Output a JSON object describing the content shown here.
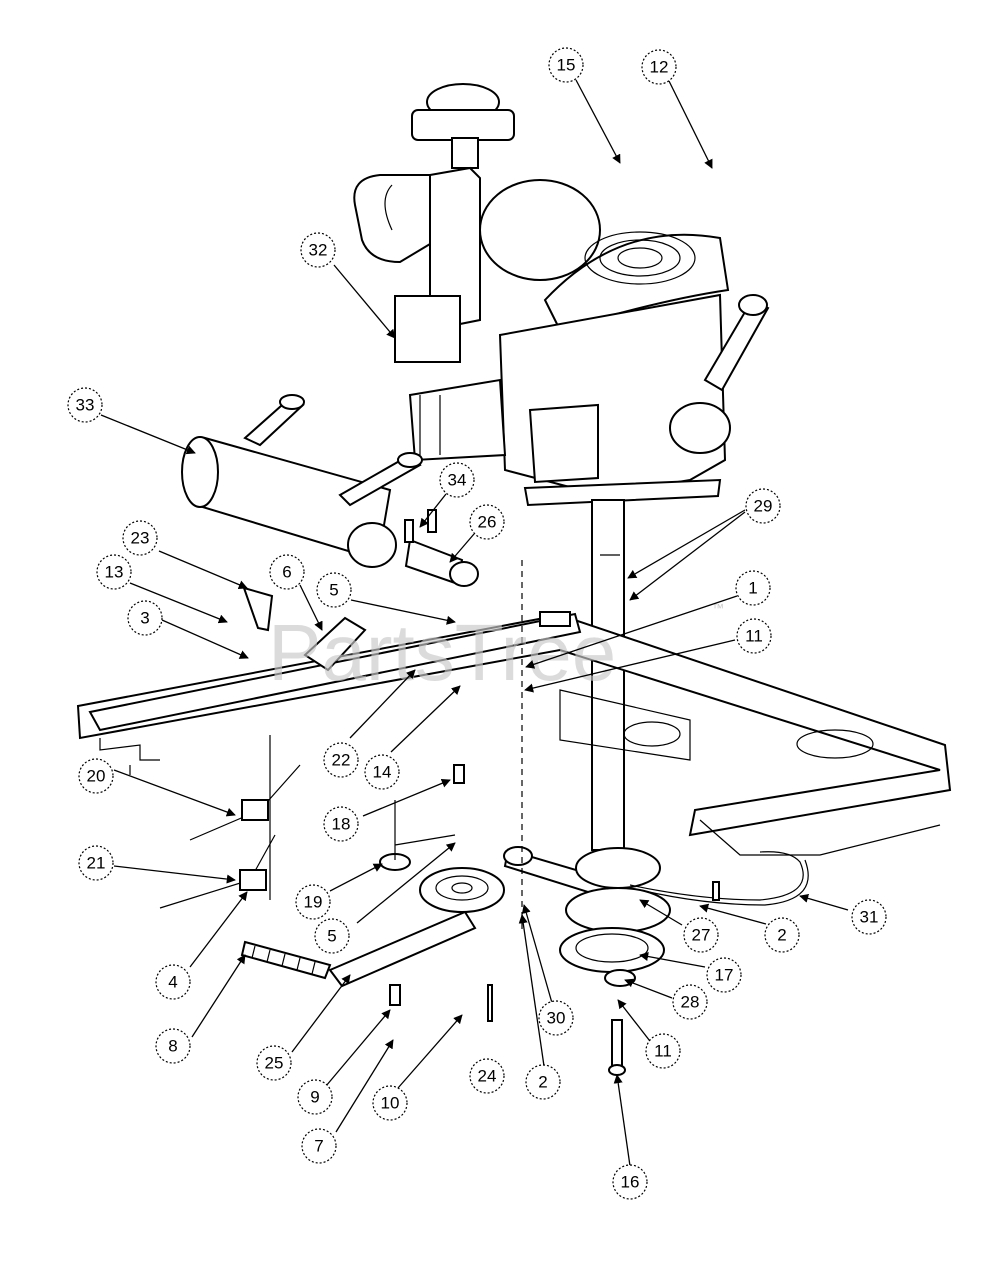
{
  "watermark": {
    "text": "PartsTree",
    "trademark": "™"
  },
  "callouts": [
    {
      "id": "c15",
      "label": "15"
    },
    {
      "id": "c12",
      "label": "12"
    },
    {
      "id": "c32",
      "label": "32"
    },
    {
      "id": "c33",
      "label": "33"
    },
    {
      "id": "c34",
      "label": "34"
    },
    {
      "id": "c26",
      "label": "26"
    },
    {
      "id": "c29",
      "label": "29"
    },
    {
      "id": "c23",
      "label": "23"
    },
    {
      "id": "c6",
      "label": "6"
    },
    {
      "id": "c13",
      "label": "13"
    },
    {
      "id": "c5a",
      "label": "5"
    },
    {
      "id": "c1",
      "label": "1"
    },
    {
      "id": "c3",
      "label": "3"
    },
    {
      "id": "c11a",
      "label": "11"
    },
    {
      "id": "c22",
      "label": "22"
    },
    {
      "id": "c14",
      "label": "14"
    },
    {
      "id": "c20",
      "label": "20"
    },
    {
      "id": "c18",
      "label": "18"
    },
    {
      "id": "c21",
      "label": "21"
    },
    {
      "id": "c19",
      "label": "19"
    },
    {
      "id": "c5b",
      "label": "5"
    },
    {
      "id": "c31",
      "label": "31"
    },
    {
      "id": "c27",
      "label": "27"
    },
    {
      "id": "c2a",
      "label": "2"
    },
    {
      "id": "c4",
      "label": "4"
    },
    {
      "id": "c17",
      "label": "17"
    },
    {
      "id": "c28",
      "label": "28"
    },
    {
      "id": "c30",
      "label": "30"
    },
    {
      "id": "c8",
      "label": "8"
    },
    {
      "id": "c11b",
      "label": "11"
    },
    {
      "id": "c25",
      "label": "25"
    },
    {
      "id": "c24",
      "label": "24"
    },
    {
      "id": "c2b",
      "label": "2"
    },
    {
      "id": "c9",
      "label": "9"
    },
    {
      "id": "c10",
      "label": "10"
    },
    {
      "id": "c7",
      "label": "7"
    },
    {
      "id": "c16",
      "label": "16"
    }
  ]
}
